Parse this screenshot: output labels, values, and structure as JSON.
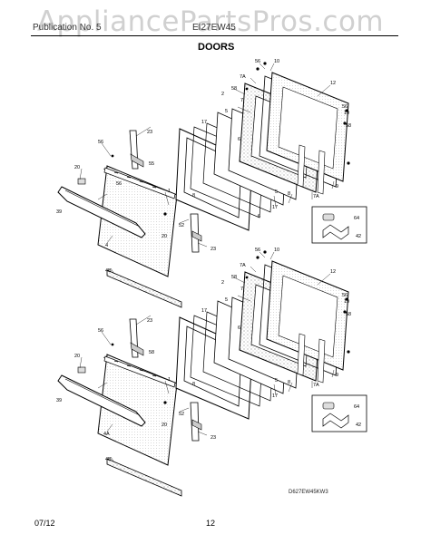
{
  "watermark": "AppliancePartsPros.com",
  "header": {
    "publication_text": "Publication No. 5",
    "model_text": "EI27EW45",
    "section_title": "DOORS"
  },
  "footer": {
    "date": "07/12",
    "page": "12"
  },
  "drawing_code": "D627EW45KW3",
  "diagram": {
    "upper_door": {
      "labels": [
        "56",
        "10",
        "7A",
        "12",
        "58",
        "2",
        "7",
        "56",
        "19",
        "5",
        "58",
        "23",
        "17",
        "55",
        "56",
        "6",
        "20",
        "56",
        "1",
        "39",
        "5",
        "8",
        "7A",
        "17",
        "9",
        "20",
        "52",
        "8",
        "6",
        "4",
        "23",
        "4B",
        "64",
        "42"
      ]
    },
    "lower_door": {
      "labels": [
        "56",
        "10",
        "7A",
        "12",
        "58",
        "2",
        "7",
        "56",
        "19",
        "5",
        "58",
        "23",
        "17",
        "56",
        "6",
        "20",
        "58",
        "1",
        "39",
        "5",
        "8",
        "7A",
        "17",
        "9",
        "20",
        "52",
        "8",
        "4A",
        "23",
        "4B",
        "64",
        "42"
      ]
    }
  }
}
